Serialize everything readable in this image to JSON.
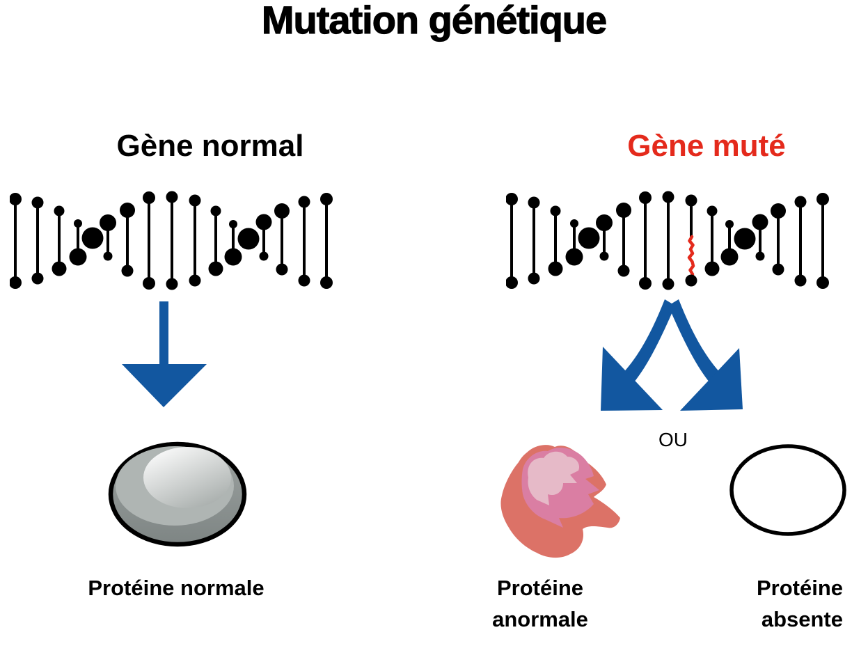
{
  "title": "Mutation génétique",
  "panels": {
    "normal": {
      "gene_label": "Gène normal",
      "protein_label": "Protéine normale"
    },
    "mutated": {
      "gene_label": "Gène muté",
      "or_label": "OU",
      "abnormal_protein_label": {
        "line1": "Protéine",
        "line2": "anormale"
      },
      "absent_protein_label": {
        "line1": "Protéine",
        "line2": "absente"
      }
    }
  },
  "icons": {
    "dna_normal": "dna-helix-icon",
    "dna_mutated": "dna-helix-mutated-icon",
    "down_arrow": "down-arrow-icon",
    "forked_arrow": "forked-double-arrow-icon",
    "normal_protein": "normal-protein-sphere-icon",
    "abnormal_protein": "abnormal-protein-blob-icon",
    "absent_protein": "absent-protein-empty-ellipse-icon"
  },
  "colors": {
    "arrow_blue": "#1257A0",
    "mutation_red": "#E42A1C",
    "text_black": "#000000",
    "helix_black": "#000000",
    "protein_gray_dark": "#7E8584",
    "protein_gray_light": "#AFB5B3",
    "blob_outer": "#DC7267",
    "blob_middle": "#DA7EA3",
    "blob_inner": "#E6BAC8"
  }
}
